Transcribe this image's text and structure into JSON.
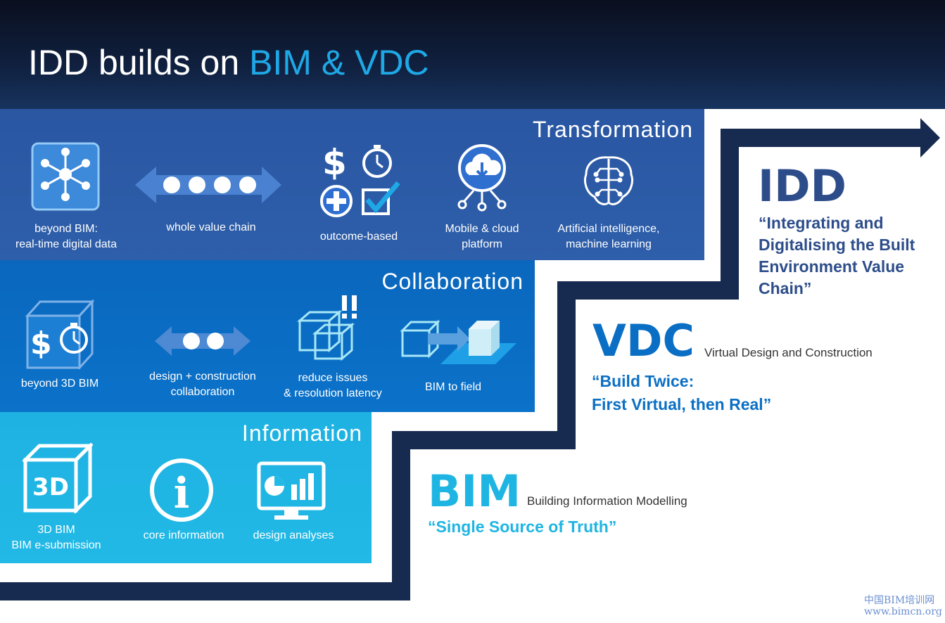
{
  "title": {
    "prefix": "IDD builds on",
    "highlight": "BIM & VDC"
  },
  "bands": {
    "transformation": {
      "label": "Transformation",
      "items": [
        {
          "l1": "beyond BIM:",
          "l2": "real-time digital data",
          "icon": "network-cube-icon"
        },
        {
          "l1": "whole value chain",
          "l2": "",
          "icon": "chain-arrow-icon"
        },
        {
          "l1": "outcome-based",
          "l2": "",
          "icon": "outcome-icons"
        },
        {
          "l1": "Mobile & cloud",
          "l2": "platform",
          "icon": "cloud-icon"
        },
        {
          "l1": "Artificial intelligence,",
          "l2": "machine learning",
          "icon": "brain-icon"
        }
      ]
    },
    "collaboration": {
      "label": "Collaboration",
      "items": [
        {
          "l1": "beyond 3D BIM",
          "l2": "",
          "icon": "cost-time-cube-icon"
        },
        {
          "l1": "design + construction",
          "l2": "collaboration",
          "icon": "double-arrow-icon"
        },
        {
          "l1": "reduce issues",
          "l2": "& resolution latency",
          "icon": "clash-cubes-icon"
        },
        {
          "l1": "BIM to field",
          "l2": "",
          "icon": "bim-to-field-icon"
        }
      ]
    },
    "information": {
      "label": "Information",
      "items": [
        {
          "l1": "3D BIM",
          "l2": "BIM e-submission",
          "icon": "cube-3d-icon",
          "glyph": "3D"
        },
        {
          "l1": "core information",
          "l2": "",
          "icon": "info-icon",
          "glyph": "i"
        },
        {
          "l1": "design analyses",
          "l2": "",
          "icon": "analytics-monitor-icon"
        }
      ]
    }
  },
  "levels": {
    "idd": {
      "name": "IDD",
      "q1": "“Integrating and",
      "q2": "Digitalising the Built",
      "q3": "Environment Value",
      "q4": "Chain”"
    },
    "vdc": {
      "name": "VDC",
      "subtitle": "Virtual Design and Construction",
      "q1": "“Build Twice:",
      "q2": "First Virtual, then Real”"
    },
    "bim": {
      "name": "BIM",
      "subtitle": "Building Information Modelling",
      "q1": "“Single Source of Truth”"
    }
  },
  "watermark": {
    "l1": "中国BIM培训网",
    "l2": "www.bimcn.org"
  },
  "colors": {
    "navy": "#172a4f",
    "transformation": "#2e5aa6",
    "collaboration": "#0a6fc4",
    "information": "#1fb5e3",
    "idd_text": "#2d4d8a",
    "vdc_text": "#0a6fc4",
    "bim_text": "#1fb5e3"
  }
}
